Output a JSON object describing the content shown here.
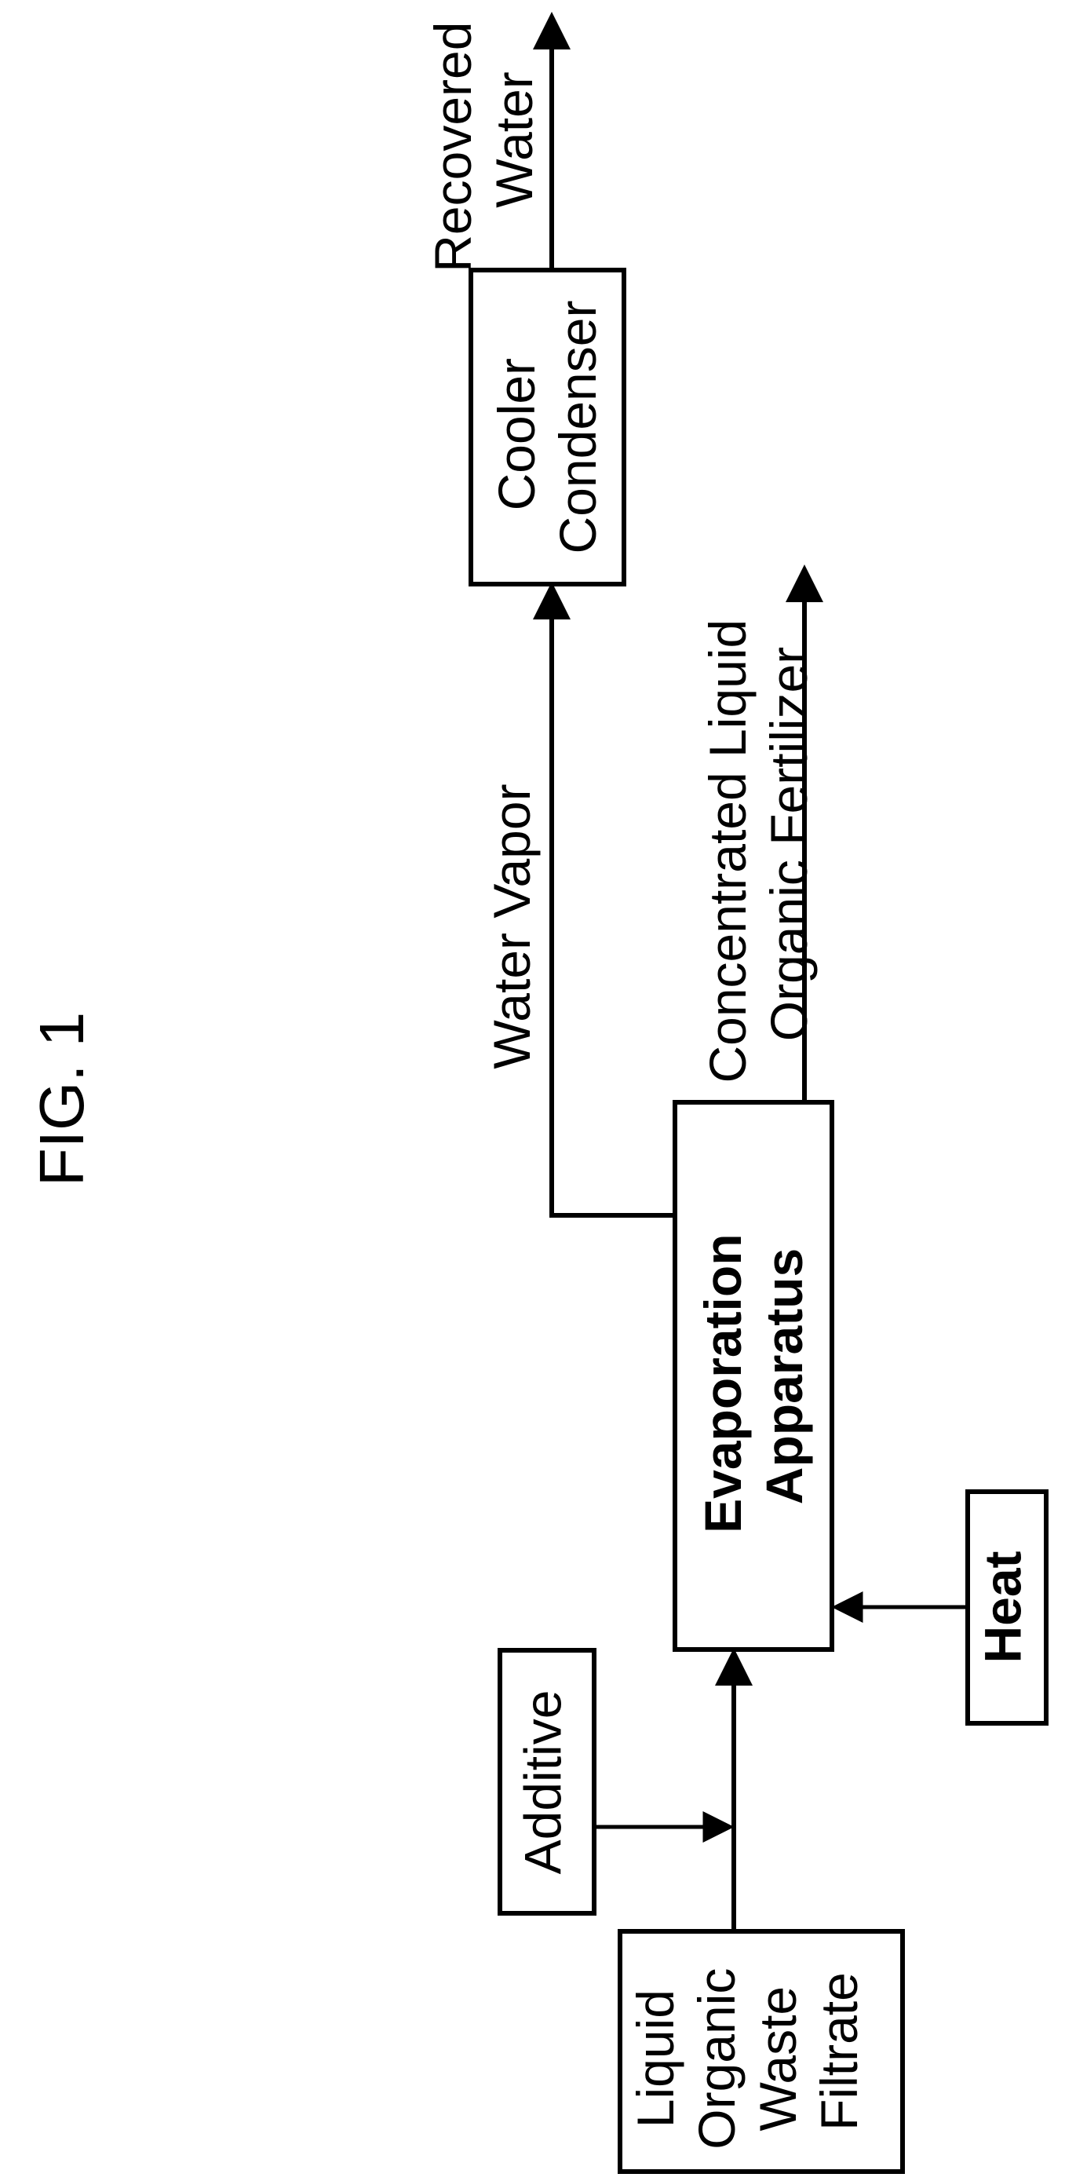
{
  "figure_label": "FIG. 1",
  "nodes": {
    "waste_filtrate": [
      "Liquid",
      "Organic",
      "Waste",
      "Filtrate"
    ],
    "additive": "Additive",
    "evaporation": [
      "Evaporation",
      "Apparatus"
    ],
    "heat": "Heat",
    "cooler_condenser": [
      "Cooler",
      "Condenser"
    ]
  },
  "flows": {
    "water_vapor": "Water Vapor",
    "fertilizer": [
      "Concentrated Liquid",
      "Organic Fertilizer"
    ],
    "recovered_water": [
      "Recovered",
      "Water"
    ]
  },
  "colors": {
    "line": "#000000",
    "background": "#ffffff"
  }
}
